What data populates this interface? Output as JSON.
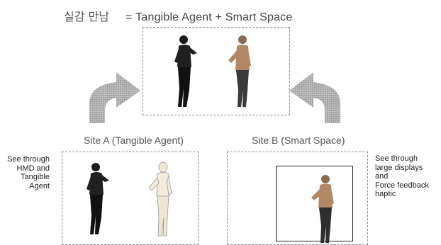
{
  "title": {
    "korean": "실감 만남",
    "equation": "= Tangible Agent + Smart Space"
  },
  "sites": [
    {
      "label": "Site A (Tangible Agent)"
    },
    {
      "label": "Site B (Smart Space)"
    }
  ],
  "notes": {
    "site_a": [
      "See through",
      "HMD and",
      "Tangible",
      "Agent"
    ],
    "site_b": [
      "See through",
      "large displays",
      "and",
      "Force  feedback",
      "haptic"
    ]
  }
}
